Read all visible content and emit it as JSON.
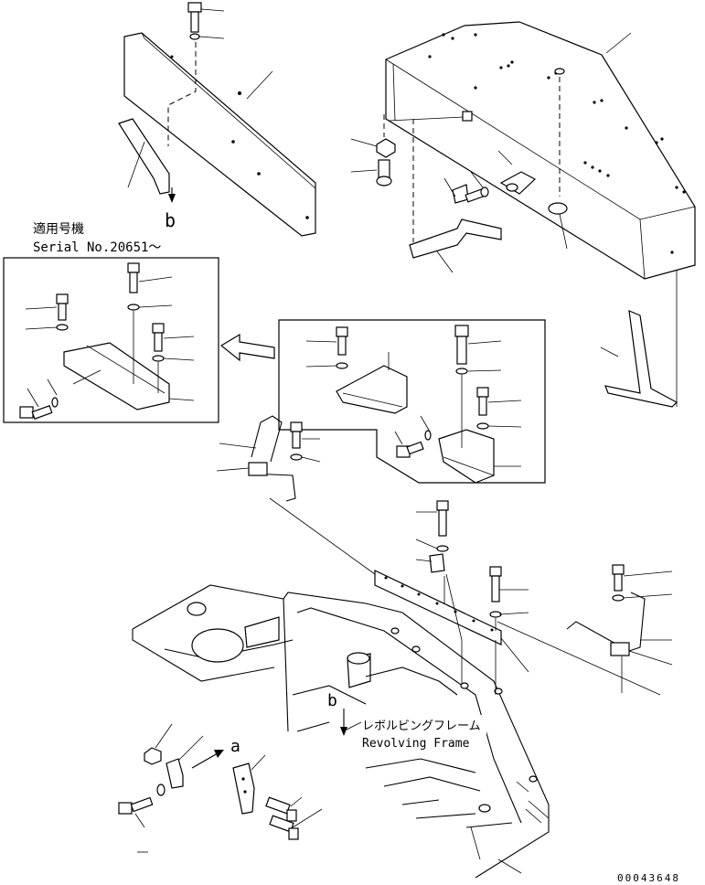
{
  "labels": {
    "ref_b_top": "b",
    "serial_note_ja": "適用号機",
    "serial_note_en": "Serial No.20651～",
    "frame_name_ja": "レボルビングフレーム",
    "frame_name_en": "Revolving Frame",
    "ref_b_frame": "b",
    "ref_a": "a",
    "drawing_number": "00043648"
  }
}
